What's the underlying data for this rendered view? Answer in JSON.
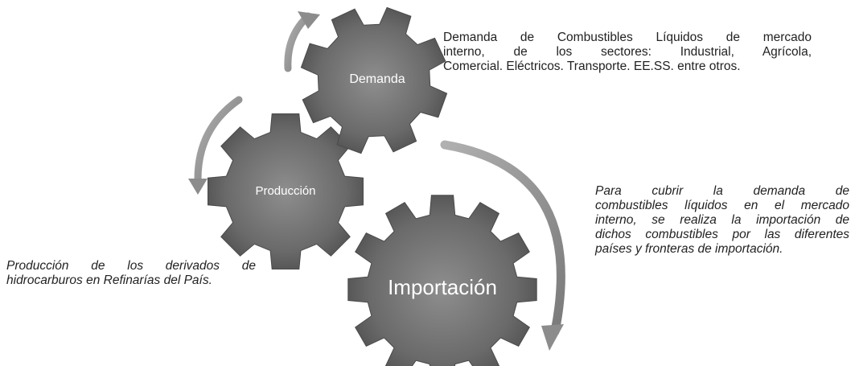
{
  "gears": {
    "demanda": {
      "label": "Demanda"
    },
    "produccion": {
      "label": "Producción"
    },
    "importacion": {
      "label": "Importación"
    }
  },
  "captions": {
    "demanda": {
      "line1": "Demanda de Combustibles Líquidos de mercado",
      "line2": "interno, de los sectores: Industrial, Agrícola,",
      "line3": "Comercial. Eléctricos. Transporte. EE.SS. entre otros."
    },
    "importacion": {
      "line1": "Para cubrir la demanda de",
      "line2": "combustibles líquidos en el mercado",
      "line3": "interno, se realiza la importación de",
      "line4": "dichos combustibles por las diferentes",
      "line5": "países y fronteras de importación."
    },
    "produccion": {
      "line1": "Producción de los derivados de",
      "line2": "hidrocarburos en Refinarías del País."
    }
  },
  "colors": {
    "gear_fill": "#6e6e6e",
    "gear_center": "#8a8a8a",
    "arrow_fill": "#8c8c8c",
    "text": "#222222"
  }
}
